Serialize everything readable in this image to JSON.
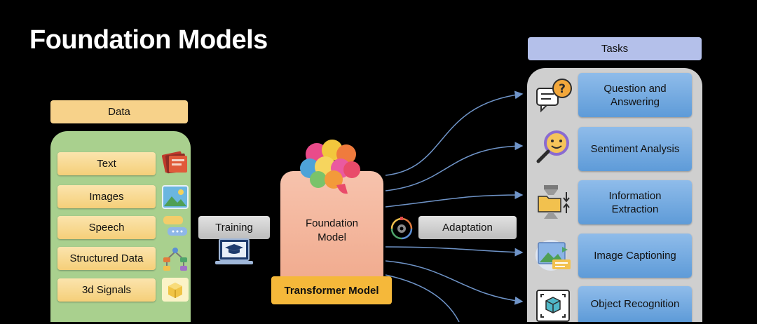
{
  "title": "Foundation Models",
  "data": {
    "header": "Data",
    "items": [
      {
        "label": "Text",
        "icon": "books-icon"
      },
      {
        "label": "Images",
        "icon": "picture-icon"
      },
      {
        "label": "Speech",
        "icon": "speech-bubbles-icon"
      },
      {
        "label": "Structured Data",
        "icon": "hierarchy-icon"
      },
      {
        "label": "3d Signals",
        "icon": "cube-icon"
      }
    ]
  },
  "training": {
    "label": "Training",
    "icon": "laptop-graduation-cap-icon"
  },
  "foundation_model": {
    "label": "Foundation Model",
    "icon": "brain-icon",
    "sublabel": "Transformer Model"
  },
  "adaptation": {
    "label": "Adaptation",
    "icon": "gear-cycle-icon"
  },
  "tasks": {
    "header": "Tasks",
    "items": [
      {
        "label": "Question and Answering",
        "icon": "question-chat-icon"
      },
      {
        "label": "Sentiment Analysis",
        "icon": "magnifier-smile-icon"
      },
      {
        "label": "Information Extraction",
        "icon": "folder-extract-icon"
      },
      {
        "label": "Image Captioning",
        "icon": "image-caption-icon"
      },
      {
        "label": "Object Recognition",
        "icon": "object-scan-icon"
      }
    ]
  },
  "colors": {
    "data_panel": "#a9d08e",
    "data_item": "#f7d28a",
    "task_item": "#6fa8dc",
    "tasks_panel": "#cfcfcf",
    "foundation_model": "#f4b69c",
    "transformer": "#f5b83a",
    "arrow": "#6f94c8"
  }
}
